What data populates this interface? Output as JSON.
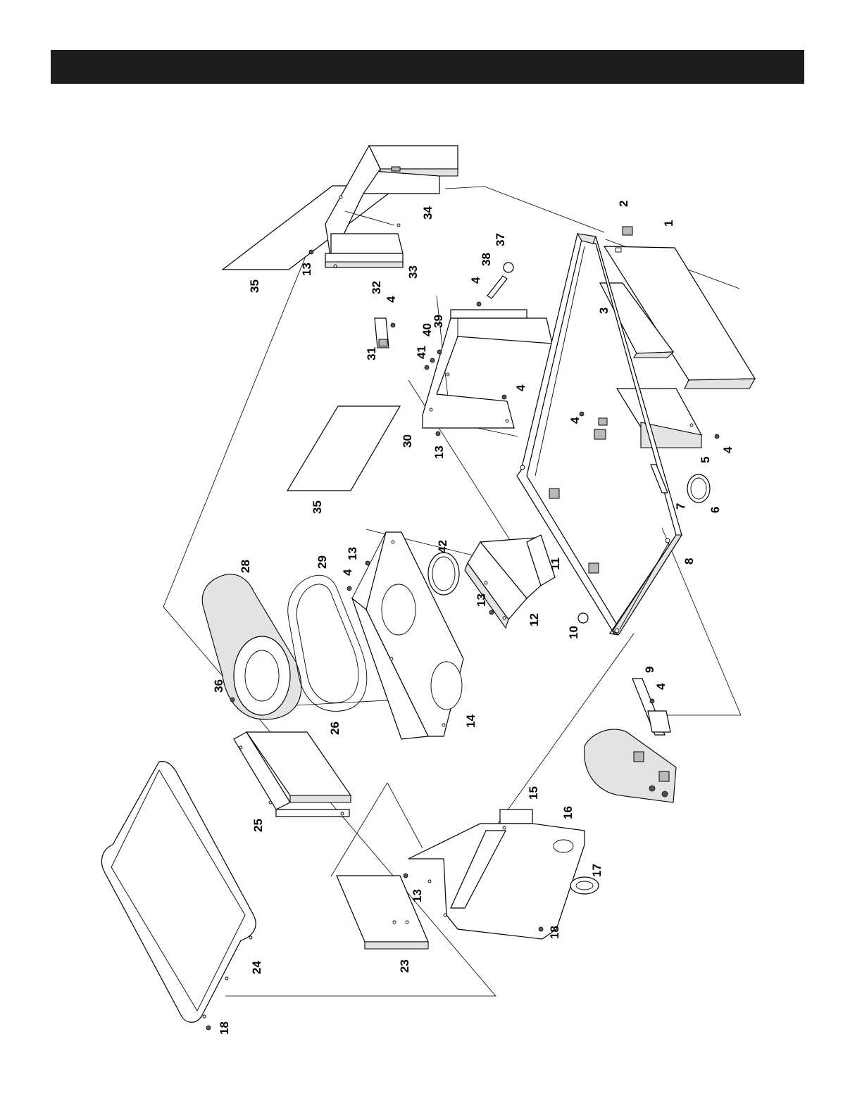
{
  "callouts": {
    "c1": "1",
    "c2": "2",
    "c3": "3",
    "c4": "4",
    "c5": "5",
    "c6": "6",
    "c7": "7",
    "c8": "8",
    "c9": "9",
    "c10": "10",
    "c11": "11",
    "c12": "12",
    "c13": "13",
    "c14": "14",
    "c15": "15",
    "c16": "16",
    "c17": "17",
    "c18": "18",
    "c23": "23",
    "c24": "24",
    "c25": "25",
    "c26": "26",
    "c28": "28",
    "c29": "29",
    "c30": "30",
    "c31": "31",
    "c32": "32",
    "c33": "33",
    "c34": "34",
    "c35": "35",
    "c36": "36",
    "c37": "37",
    "c38": "38",
    "c39": "39",
    "c40": "40",
    "c41": "41",
    "c42": "42"
  },
  "colors": {
    "header_bar": "#1c1c1c",
    "line": "#000000",
    "background": "#ffffff"
  }
}
